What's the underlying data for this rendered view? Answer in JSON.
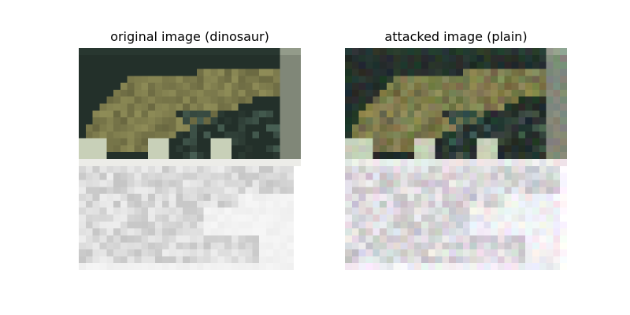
{
  "panels": [
    {
      "title": "original image (dinosaur)",
      "noise": 0
    },
    {
      "title": "attacked image (plain)",
      "noise": 1
    }
  ],
  "colors": {
    "background": "#ffffff",
    "scene_dark": "#23302a",
    "dinosaur_body": "#7c7a4c",
    "rock_highlight": "#c8d0b8",
    "lower_light": "#e4e4e4",
    "lower_mid": "#cfcfcf",
    "adversarial_tint": "#e8e0f0"
  }
}
